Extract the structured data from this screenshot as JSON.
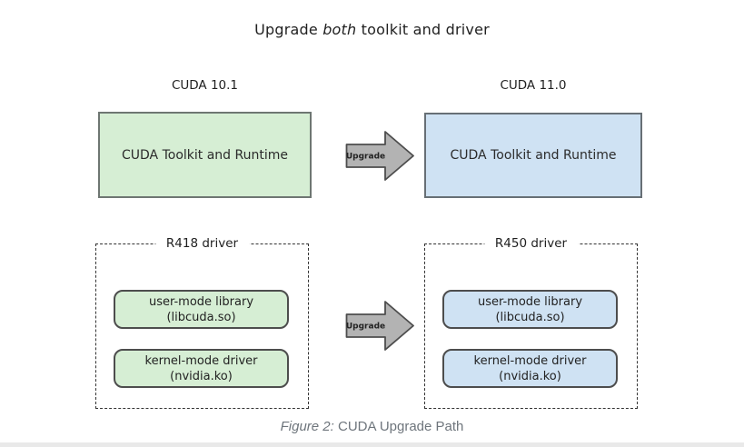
{
  "title": {
    "part1": "Upgrade",
    "italic": "both",
    "part2": "toolkit and driver"
  },
  "columns": {
    "left_version": "CUDA 10.1",
    "right_version": "CUDA 11.0"
  },
  "toolkit_boxes": {
    "left_label": "CUDA Toolkit and Runtime",
    "right_label": "CUDA Toolkit and Runtime"
  },
  "arrows": {
    "upper_label": "Upgrade",
    "lower_label": "Upgrade"
  },
  "driver_groups": {
    "left": {
      "title": "R418 driver",
      "items": [
        {
          "line1": "user-mode library",
          "line2": "(libcuda.so)"
        },
        {
          "line1": "kernel-mode driver",
          "line2": "(nvidia.ko)"
        }
      ]
    },
    "right": {
      "title": "R450 driver",
      "items": [
        {
          "line1": "user-mode library",
          "line2": "(libcuda.so)"
        },
        {
          "line1": "kernel-mode driver",
          "line2": "(nvidia.ko)"
        }
      ]
    }
  },
  "caption": {
    "prefix": "Figure 2:",
    "text": "CUDA Upgrade Path"
  },
  "colors": {
    "green_fill": "#d6eed4",
    "blue_fill": "#cfe2f3",
    "box_border": "#6e7672",
    "item_border": "#4d4d4d",
    "dashed_border": "#333333",
    "arrow_fill": "#b3b3b3",
    "arrow_border": "#4d4d4d",
    "caption_color": "#6e757c"
  }
}
